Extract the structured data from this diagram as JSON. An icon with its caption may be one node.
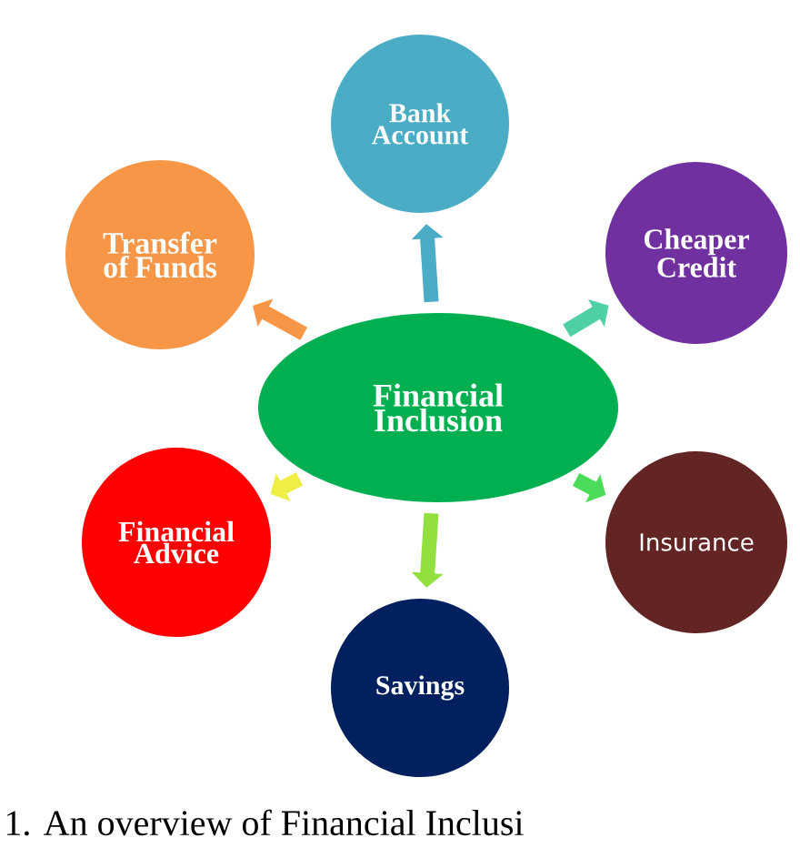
{
  "diagram": {
    "caption": "1. An overview of Financial Inclusi",
    "nodes": [
      {
        "text": [
          "Financial Inclusion"
        ]
      },
      {
        "text": [
          "Bank Account"
        ]
      },
      {
        "text": [
          "Cheaper Credit"
        ]
      },
      {
        "text": [
          "Insurance"
        ]
      },
      {
        "text": [
          "Savings"
        ]
      },
      {
        "text": [
          "Financial Advice"
        ]
      },
      {
        "text": [
          "Transfer of Funds"
        ]
      }
    ],
    "edges": [
      {
        "from": 0,
        "to": 1,
        "arrow": "to",
        "color": "#4bacc6"
      },
      {
        "from": 0,
        "to": 2,
        "arrow": "to",
        "color": "#4ecfa5"
      },
      {
        "from": 0,
        "to": 3,
        "arrow": "to",
        "color": "#4ddb5a"
      },
      {
        "from": 0,
        "to": 4,
        "arrow": "to",
        "color": "#92e040"
      },
      {
        "from": 0,
        "to": 5,
        "arrow": "to",
        "color": "#eeee44"
      },
      {
        "from": 0,
        "to": 6,
        "arrow": "to",
        "color": "#f79646"
      }
    ]
  }
}
